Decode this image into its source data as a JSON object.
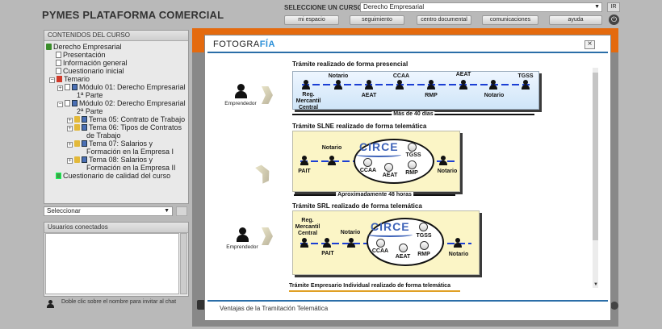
{
  "header": {
    "app_title": "PYMES PLATAFORMA COMERCIAL",
    "course_label": "SELECCIONE UN CURSO:",
    "course_value": "Derecho Empresarial",
    "go_label": "IR",
    "nav": [
      "mi espacio",
      "seguimiento",
      "centro documental",
      "comunicaciones",
      "ayuda"
    ]
  },
  "sidebar": {
    "contents_title": "CONTENIDOS DEL CURSO",
    "tree": [
      "Derecho Empresarial",
      "Presentación",
      "Información general",
      "Cuestionario inicial",
      "Temario",
      "Módulo 01: Derecho Empresarial",
      "1ª Parte",
      "Módulo 02: Derecho Empresarial",
      "2ª Parte",
      "Tema 05: Contrato de Trabajo",
      "Tema 06: Tipos de Contratos",
      "de Trabajo",
      "Tema 07: Salarios y",
      "Formación en la Empresa I",
      "Tema 08: Salarios y",
      "Formación en la Empresa II",
      "Cuestionario de calidad del curso"
    ],
    "select_value": "Seleccionar",
    "users_title": "Usuarios conectados",
    "chat_hint": "Doble clic sobre el nombre para invitar al chat"
  },
  "modal": {
    "brand_a": "FOTOGRA",
    "brand_b": "FÍA",
    "close_label": "×",
    "caption": "Ventajas de la Tramitación Telemática",
    "sec1": {
      "title": "Trámite realizado de forma presencial",
      "actor": "Emprendedor",
      "top_labels": [
        "Notario",
        "CCAA",
        "AEAT",
        "TGSS"
      ],
      "bottom_labels": [
        "Reg. Mercantil Central",
        "AEAT",
        "RMP",
        "Notario"
      ],
      "duration": "Más de 40 días"
    },
    "sec2": {
      "title": "Trámite SLNE realizado de forma telemática",
      "left_labels": [
        "PAIT",
        "Notario"
      ],
      "right_label": "Notario",
      "circe": "CIRCE",
      "cloud_labels": [
        "TGSS",
        "CCAA",
        "AEAT",
        "RMP"
      ],
      "duration": "Aproximadamente 48 horas"
    },
    "sec3": {
      "title": "Trámite SRL realizado de forma telemática",
      "actor": "Emprendedor",
      "left_labels": [
        "Reg. Mercantil Central",
        "Notario",
        "PAIT"
      ],
      "right_label": "Notario",
      "circe": "CIRCE",
      "cloud_labels": [
        "TGSS",
        "CCAA",
        "AEAT",
        "RMP"
      ]
    },
    "sec4": {
      "title": "Trámite Empresario Individual realizado de forma telemática"
    }
  }
}
